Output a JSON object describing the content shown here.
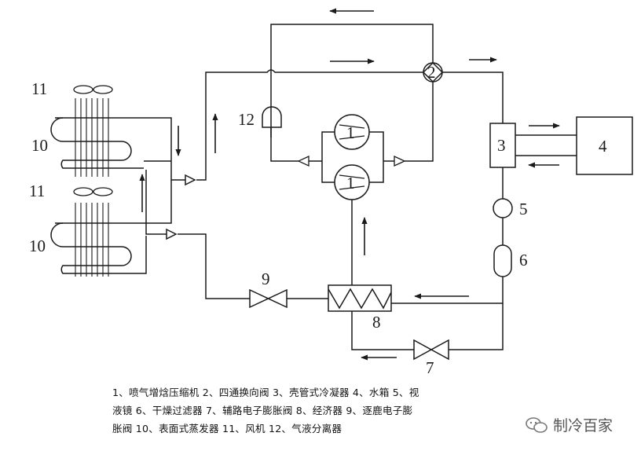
{
  "labels": {
    "n1a": "1",
    "n1b": "1",
    "n2": "2",
    "n3": "3",
    "n4": "4",
    "n5": "5",
    "n6": "6",
    "n7": "7",
    "n8": "8",
    "n9": "9",
    "n10a": "10",
    "n10b": "10",
    "n11a": "11",
    "n11b": "11",
    "n12": "12"
  },
  "legend": {
    "line1": "1、喷气增焓压缩机 2、四通换向阀 3、壳管式冷凝器 4、水箱 5、视",
    "line2": "液镜 6、干燥过滤器 7、辅路电子膨胀阀 8、经济器 9、逐鹿电子膨",
    "line3": "胀阀 10、表面式蒸发器 11、风机 12、气液分离器"
  },
  "watermark": {
    "text": "制冷百家",
    "icon": "wechat-icon"
  },
  "colors": {
    "line": "#1a1a1a",
    "background": "#ffffff"
  }
}
